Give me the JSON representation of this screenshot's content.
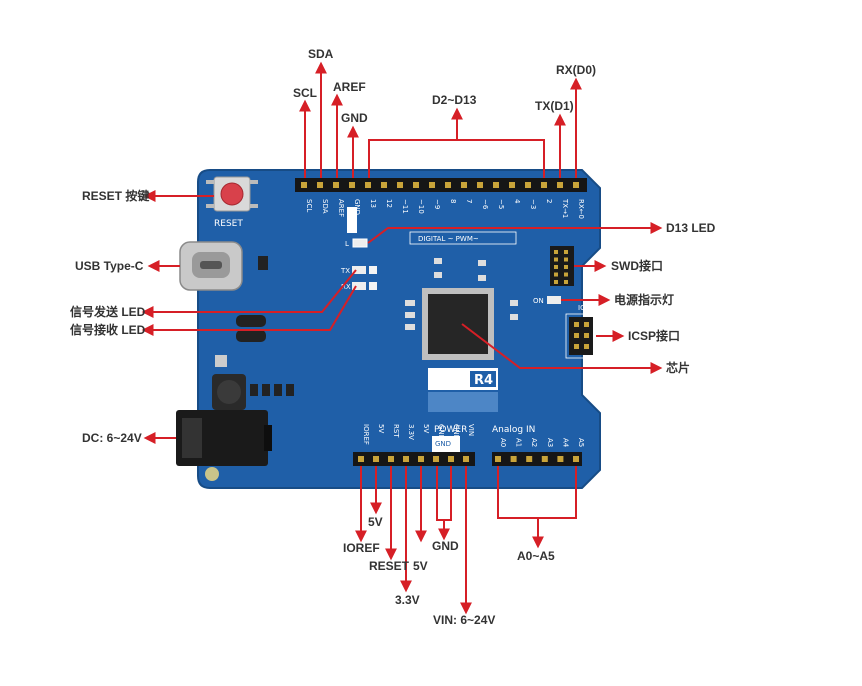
{
  "colors": {
    "arrow": "#d61f26",
    "board": "#1f5fa8",
    "label": "#333333"
  },
  "top_labels": {
    "scl": "SCL",
    "sda": "SDA",
    "aref": "AREF",
    "gnd": "GND",
    "d2_d13": "D2~D13",
    "tx_d1": "TX(D1)",
    "rx_d0": "RX(D0)"
  },
  "left_labels": {
    "reset_button": "RESET 按键",
    "usb": "USB Type-C",
    "tx_led": "信号发送 LED",
    "rx_led": "信号接收 LED",
    "dc": "DC: 6~24V"
  },
  "right_labels": {
    "d13_led": "D13 LED",
    "swd": "SWD接口",
    "power_led": "电源指示灯",
    "icsp": "ICSP接口",
    "chip": "芯片"
  },
  "bottom_labels": {
    "ioref": "IOREF",
    "v5a": "5V",
    "reset": "RESET",
    "v5b": "5V",
    "v33": "3.3V",
    "gnd": "GND",
    "vin": "VIN: 6~24V",
    "a0_a5": "A0~A5"
  },
  "silkscreen": {
    "reset": "RESET",
    "digital_pwm": "DIGITAL ~  PWM~",
    "r4": "R4",
    "power": "POWER",
    "analog_in": "Analog IN",
    "on": "ON",
    "icsp": "ICSP",
    "gnd": "GND",
    "l": "L",
    "tx": "TX",
    "rx": "RX",
    "top_pins": [
      "SCL",
      "SDA",
      "AREF",
      "GND",
      "13",
      "12",
      "~11",
      "~10",
      "~9",
      "8",
      "7",
      "~6",
      "~5",
      "4",
      "~3",
      "2",
      "TX→1",
      "RX←0"
    ],
    "power_pins": [
      "IOREF",
      "5V",
      "RST",
      "3.3V",
      "5V",
      "GND",
      "GND",
      "VIN"
    ],
    "analog_pins": [
      "A0",
      "A1",
      "A2",
      "A3",
      "A4",
      "A5"
    ]
  }
}
